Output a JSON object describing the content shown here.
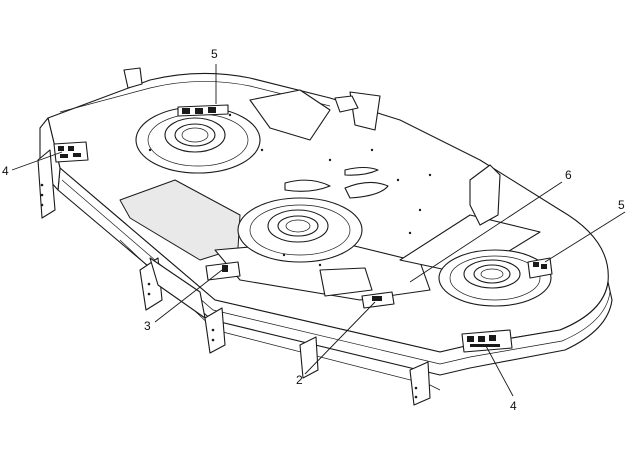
{
  "figure": {
    "callouts": [
      {
        "id": "c5-top",
        "label": "5"
      },
      {
        "id": "c4-left",
        "label": "4"
      },
      {
        "id": "c6",
        "label": "6"
      },
      {
        "id": "c5-right",
        "label": "5"
      },
      {
        "id": "c3",
        "label": "3"
      },
      {
        "id": "c2",
        "label": "2"
      },
      {
        "id": "c4-bottom",
        "label": "4"
      }
    ]
  }
}
